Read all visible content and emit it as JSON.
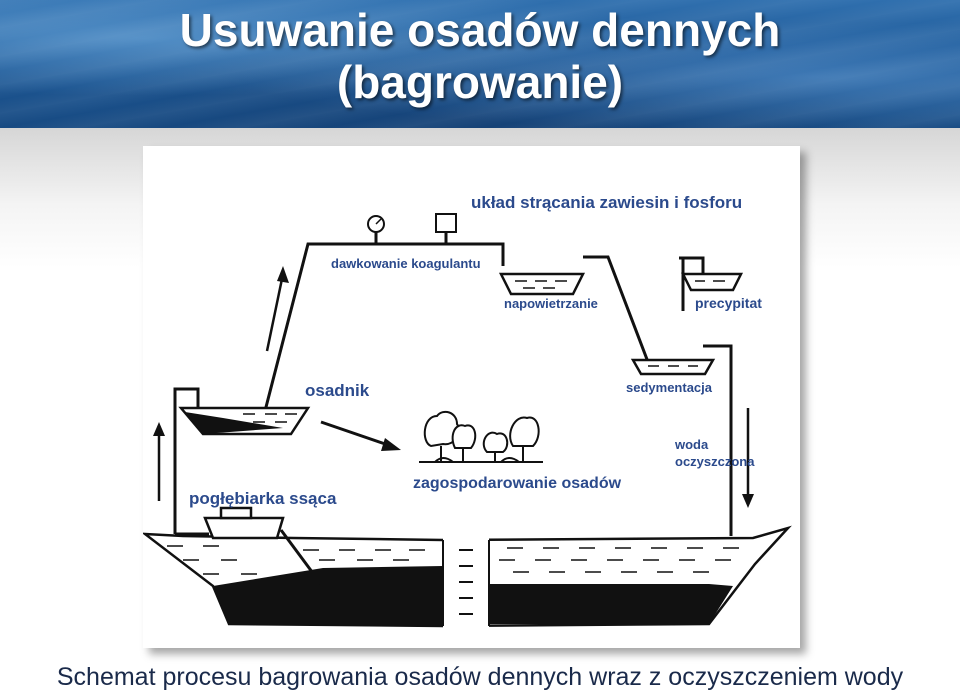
{
  "slide": {
    "title_line1": "Usuwanie osadów dennych",
    "title_line2": "(bagrowanie)",
    "caption": "Schemat procesu bagrowania osadów dennych wraz z oczyszczeniem wody"
  },
  "diagram": {
    "labels": {
      "precipitation_system": "układ strącania zawiesin i fosforu",
      "coagulant_dosing": "dawkowanie koagulantu",
      "aeration": "napowietrzanie",
      "precipitate": "precypitat",
      "settler": "osadnik",
      "sedimentation": "sedymentacja",
      "treated_water_1": "woda",
      "treated_water_2": "oczyszczona",
      "suction_dredger": "pogłębiarka ssąca",
      "sediment_management": "zagospodarowanie osadów"
    }
  }
}
